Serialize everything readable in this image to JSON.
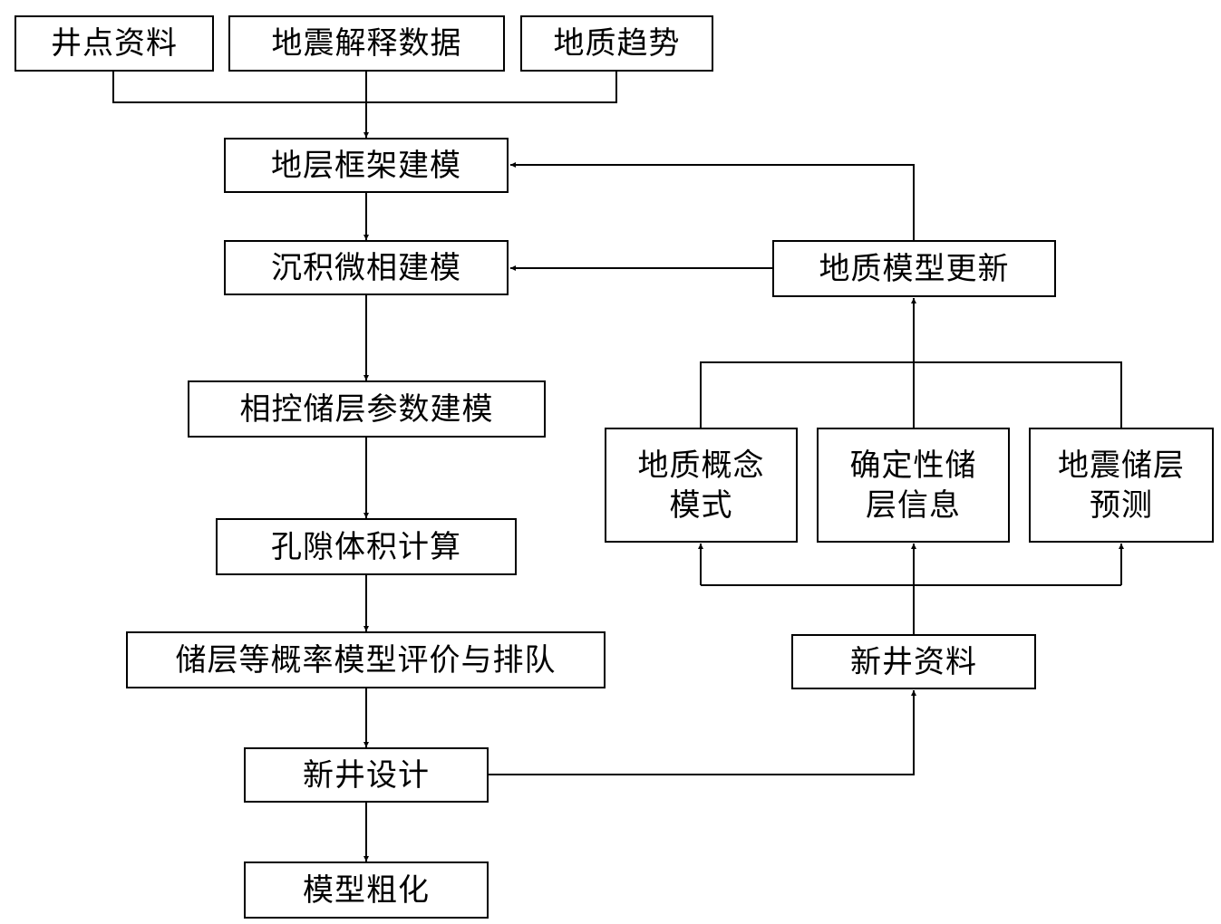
{
  "nodes": {
    "well_data": "井点资料",
    "seismic_data": "地震解释数据",
    "geo_trend": "地质趋势",
    "framework_model": "地层框架建模",
    "facies_model": "沉积微相建模",
    "param_model": "相控储层参数建模",
    "pore_volume": "孔隙体积计算",
    "ranking": "储层等概率模型评价与排队",
    "new_well_design": "新井设计",
    "upscaling": "模型粗化",
    "geo_update": "地质模型更新",
    "concept_model": {
      "line1": "地质概念",
      "line2": "模式"
    },
    "deterministic": {
      "line1": "确定性储",
      "line2": "层信息"
    },
    "seismic_pred": {
      "line1": "地震储层",
      "line2": "预测"
    },
    "new_well_data": "新井资料"
  },
  "colors": {
    "stroke": "#000000",
    "fill": "#ffffff",
    "text": "#000000"
  }
}
